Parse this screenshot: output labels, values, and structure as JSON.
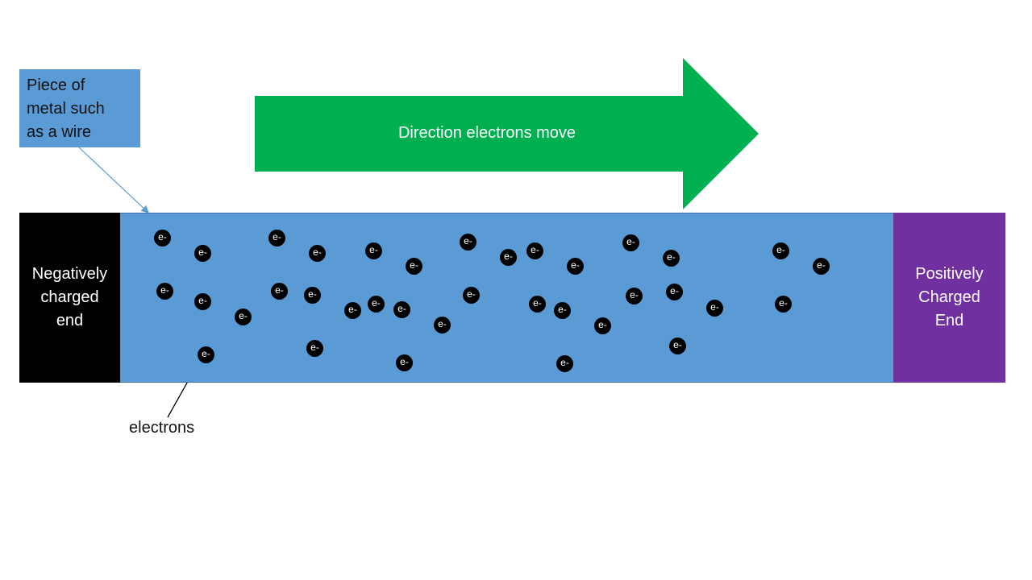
{
  "colors": {
    "metal": "#5b9bd5",
    "arrow": "#00b050",
    "positive_end": "#7030a0",
    "negative_end": "#000000",
    "electron": "#000000"
  },
  "callout": {
    "lines": [
      "Piece of",
      "metal such",
      "as a wire"
    ]
  },
  "arrow": {
    "label": "Direction electrons move"
  },
  "negative_end": {
    "label": "Negatively\ncharged\nend"
  },
  "positive_end": {
    "label": "Positively\nCharged\nEnd"
  },
  "electron_symbol": "e-",
  "electrons_label": "electrons"
}
